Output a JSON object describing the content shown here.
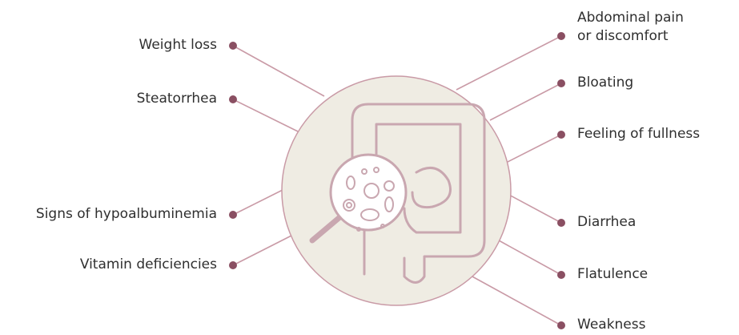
{
  "colors": {
    "line": "#c99aa6",
    "dot": "#8a4f62",
    "circle_fill": "#efece3",
    "circle_stroke": "#c99aa6",
    "organ_stroke": "#c9a7b0",
    "text": "#2f2f2f"
  },
  "left_symptoms": [
    "Weight loss",
    "Steatorrhea",
    "Signs of hypoalbuminemia",
    "Vitamin deficiencies"
  ],
  "right_symptoms": [
    [
      "Abdominal pain",
      "or discomfort"
    ],
    "Bloating",
    "Feeling of fullness",
    "Diarrhea",
    "Flatulence",
    "Weakness"
  ],
  "icons": {
    "center": "intestine-with-magnifier-icon"
  }
}
